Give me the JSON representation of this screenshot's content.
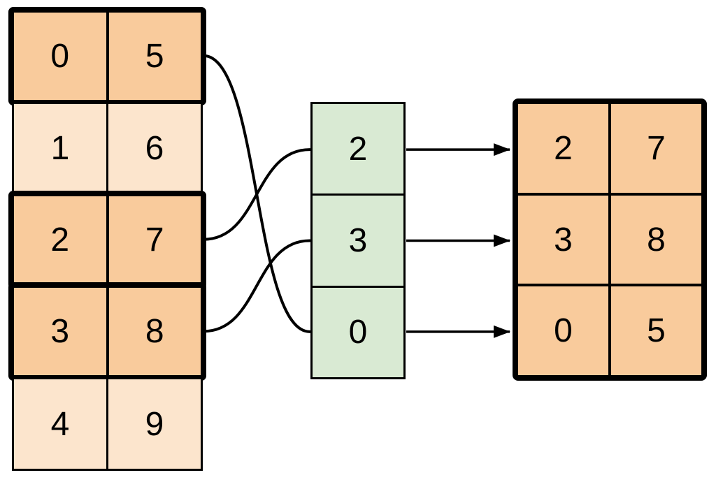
{
  "diagram": {
    "source_table": {
      "rows": [
        {
          "cells": [
            "0",
            "5"
          ],
          "highlighted": true
        },
        {
          "cells": [
            "1",
            "6"
          ],
          "highlighted": false
        },
        {
          "cells": [
            "2",
            "7"
          ],
          "highlighted": true
        },
        {
          "cells": [
            "3",
            "8"
          ],
          "highlighted": true
        },
        {
          "cells": [
            "4",
            "9"
          ],
          "highlighted": false
        }
      ]
    },
    "index_column": {
      "cells": [
        "2",
        "3",
        "0"
      ]
    },
    "result_table": {
      "rows": [
        {
          "cells": [
            "2",
            "7"
          ]
        },
        {
          "cells": [
            "3",
            "8"
          ]
        },
        {
          "cells": [
            "0",
            "5"
          ]
        }
      ]
    },
    "mappings": {
      "source_row_to_index_cell": [
        {
          "source_row": 0,
          "index_cell": 2
        },
        {
          "source_row": 2,
          "index_cell": 0
        },
        {
          "source_row": 3,
          "index_cell": 1
        }
      ],
      "index_cell_to_result_row": [
        {
          "index_cell": 0,
          "result_row": 0
        },
        {
          "index_cell": 1,
          "result_row": 1
        },
        {
          "index_cell": 2,
          "result_row": 2
        }
      ]
    },
    "colors": {
      "highlight_fill": "#F9CB9C",
      "muted_fill": "#FCE5CD",
      "index_fill": "#D9EAD3",
      "stroke": "#000000"
    }
  }
}
